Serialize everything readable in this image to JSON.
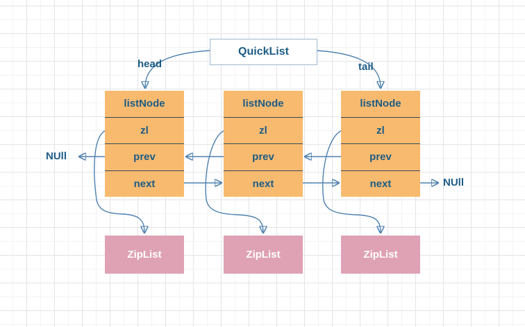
{
  "diagram": {
    "title": "QuickList",
    "head_label": "head",
    "tail_label": "tail",
    "null_left": "NUll",
    "null_right": "NUll",
    "nodes": [
      {
        "rows": [
          "listNode",
          "zl",
          "prev",
          "next"
        ]
      },
      {
        "rows": [
          "listNode",
          "zl",
          "prev",
          "next"
        ]
      },
      {
        "rows": [
          "listNode",
          "zl",
          "prev",
          "next"
        ]
      }
    ],
    "ziplists": [
      {
        "label": "ZipList"
      },
      {
        "label": "ZipList"
      },
      {
        "label": "ZipList"
      }
    ],
    "colors": {
      "node_fill": "#F8BA6E",
      "ziplist_fill": "#DFA2B5",
      "text_blue": "#1D5C86",
      "arrow_blue": "#4F81B0",
      "row_separator": "#32485C",
      "quicklist_border": "#9FB9D1"
    }
  }
}
